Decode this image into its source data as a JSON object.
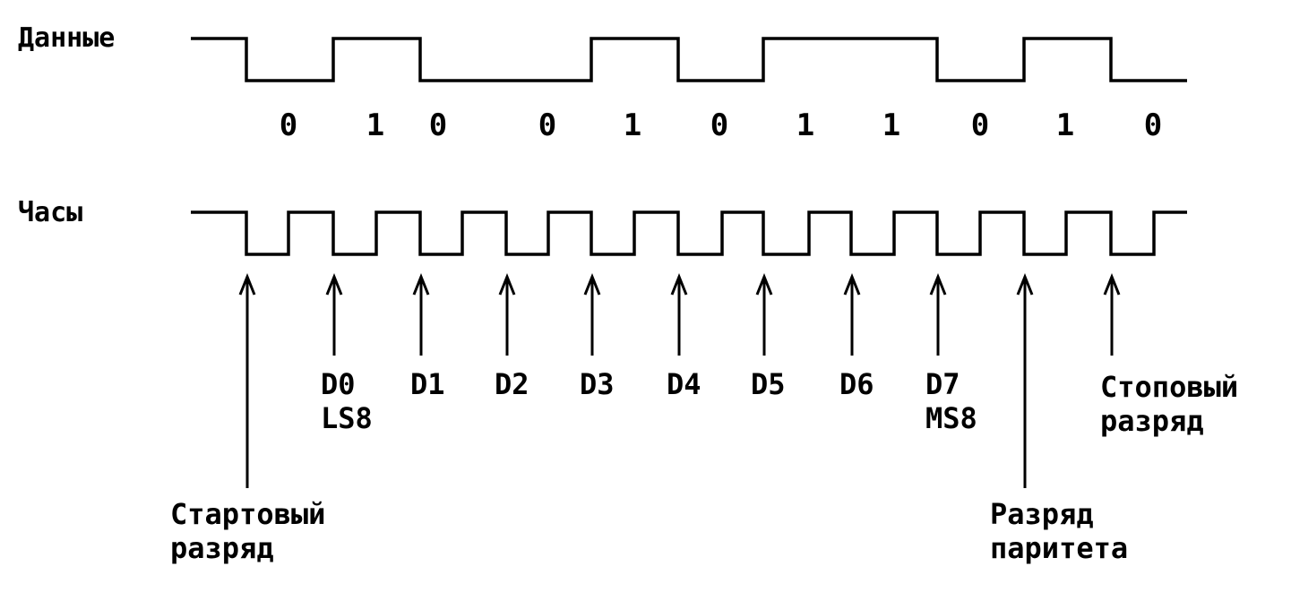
{
  "signals": {
    "data_label": "Данные",
    "clock_label": "Часы"
  },
  "bits": [
    "0",
    "1",
    "0",
    "0",
    "1",
    "0",
    "1",
    "1",
    "0",
    "1",
    "0"
  ],
  "data_levels": [
    1,
    0,
    1,
    0,
    0,
    1,
    0,
    1,
    1,
    0,
    1,
    0
  ],
  "markers": [
    {
      "lines": [
        "Стартовый",
        "разряд"
      ]
    },
    {
      "lines": [
        "D0",
        "LS8"
      ]
    },
    {
      "lines": [
        "D1"
      ]
    },
    {
      "lines": [
        "D2"
      ]
    },
    {
      "lines": [
        "D3"
      ]
    },
    {
      "lines": [
        "D4"
      ]
    },
    {
      "lines": [
        "D5"
      ]
    },
    {
      "lines": [
        "D6"
      ]
    },
    {
      "lines": [
        "D7",
        "MS8"
      ]
    },
    {
      "lines": [
        "Разряд",
        "паритета"
      ]
    },
    {
      "lines": [
        "Стоповый",
        "разряд"
      ]
    }
  ],
  "colors": {
    "ink": "#000000",
    "background": "#ffffff"
  }
}
